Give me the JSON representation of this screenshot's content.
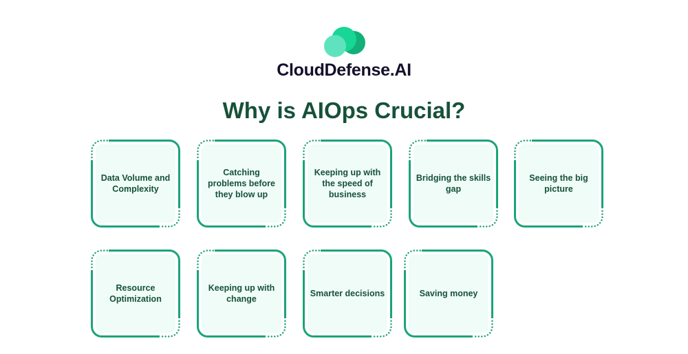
{
  "brand": {
    "name": "CloudDefense.AI",
    "colors": {
      "light": "#5fe3bf",
      "mid": "#18d695",
      "dark": "#13b07a"
    }
  },
  "title": "Why is AIOps Crucial?",
  "accent": "#1aa37a",
  "cards": [
    {
      "label": "Data Volume and Complexity"
    },
    {
      "label": "Catching problems before they blow up"
    },
    {
      "label": "Keeping up with the speed of business"
    },
    {
      "label": "Bridging the skills gap"
    },
    {
      "label": "Seeing the big picture"
    },
    {
      "label": "Resource Optimization"
    },
    {
      "label": "Keeping up with change"
    },
    {
      "label": "Smarter decisions"
    },
    {
      "label": "Saving money"
    }
  ]
}
